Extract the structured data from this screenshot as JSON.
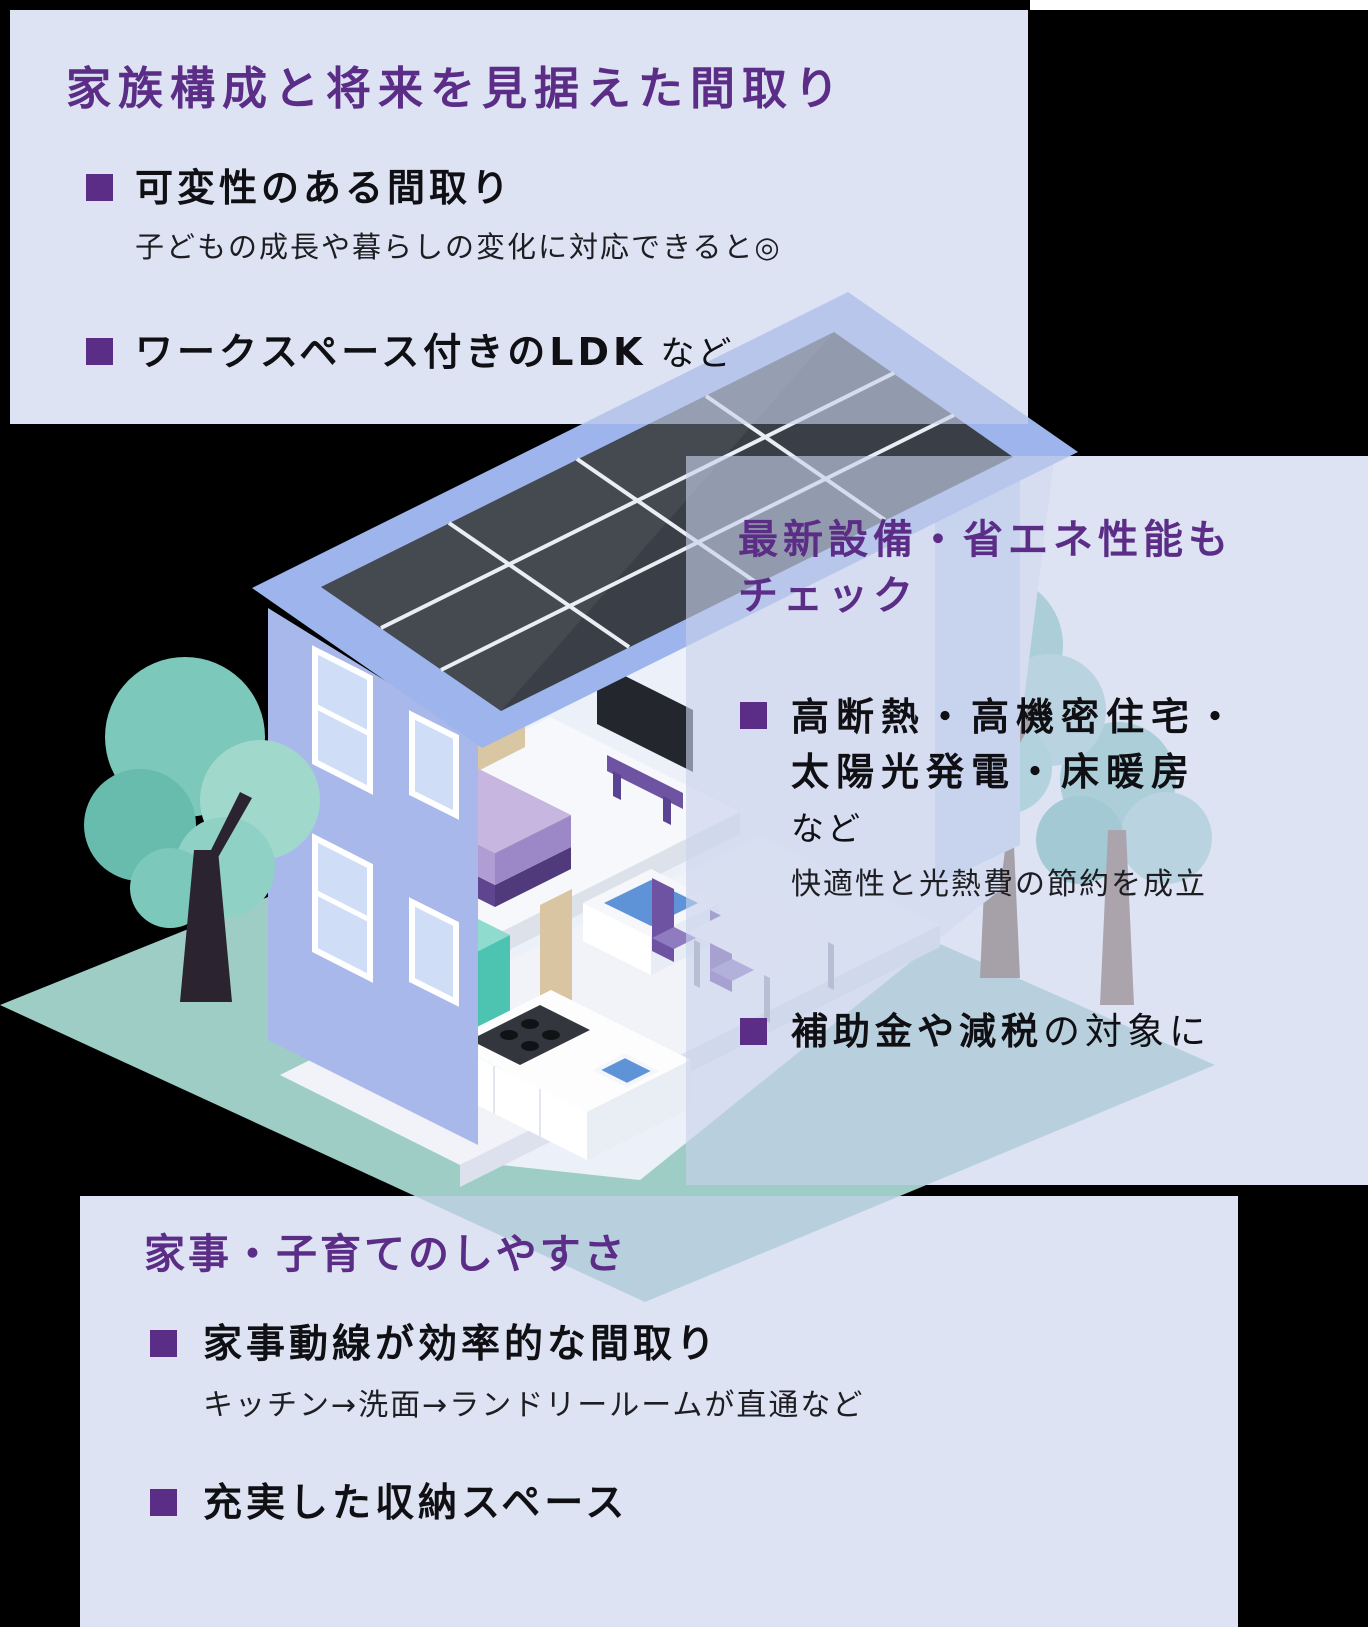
{
  "panels": {
    "top": {
      "heading": "家族構成と将来を見据えた間取り",
      "items": [
        {
          "title": "可変性のある間取り",
          "suffix": "",
          "desc": "子どもの成長や暮らしの変化に対応できると◎"
        },
        {
          "title": "ワークスペース付きのLDK",
          "suffix": " など",
          "desc": ""
        }
      ]
    },
    "right": {
      "heading": "最新設備・省エネ性能もチェック",
      "items": [
        {
          "title": "高断熱・高機密住宅・太陽光発電・床暖房",
          "suffix": "など",
          "desc": "快適性と光熱費の節約を成立"
        },
        {
          "title": "補助金や減税",
          "suffix": "の対象に",
          "desc": ""
        }
      ]
    },
    "bottom": {
      "heading": "家事・子育てのしやすさ",
      "items": [
        {
          "title": "家事動線が効率的な間取り",
          "suffix": "",
          "desc": "キッチン→洗面→ランドリールームが直通など"
        },
        {
          "title": "充実した収納スペース",
          "suffix": "",
          "desc": ""
        }
      ]
    }
  },
  "colors": {
    "background": "#000000",
    "panel_tint": "rgba(200,210,236,0.62)",
    "heading_purple": "#5b2d86",
    "bullet_purple": "#5b2d86",
    "ground_teal": "#9dcdc4",
    "house_wall_periwinkle": "#a9b8ea",
    "solar_panel_dark": "#3a3f47",
    "accent_purple": "#6e53a3",
    "cabinet_teal": "#3fb3a1",
    "water_blue": "#5e93d8",
    "tree_teal": "#7cc8ba"
  },
  "illustration": {
    "description": "isometric cutaway two-story house with rooftop solar panels on a teal ground plot",
    "parts": [
      "solar-roof",
      "gable-wall-windows",
      "bedroom-bed",
      "tv-stand",
      "bathtub",
      "kitchen-counter",
      "washing-machine",
      "tall-cabinet",
      "dining-set",
      "left-tree",
      "right-trees",
      "ground-plot"
    ]
  }
}
